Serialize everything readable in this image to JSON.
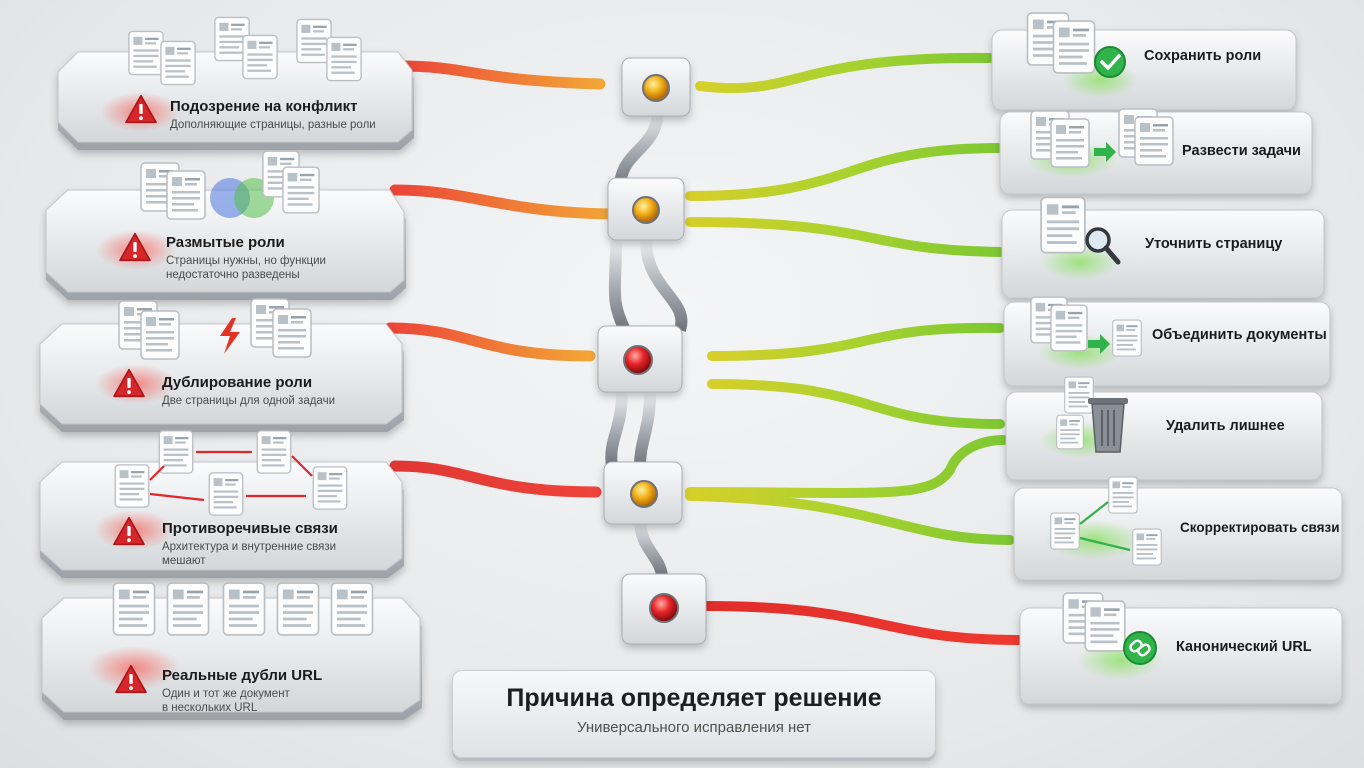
{
  "causes": [
    {
      "title": "Подозрение на конфликт",
      "sub": [
        "Дополняющие страницы, разные роли"
      ],
      "status": "amber"
    },
    {
      "title": "Размытые роли",
      "sub": [
        "Страницы нужны, но функции",
        "недостаточно разведены"
      ],
      "status": "amber"
    },
    {
      "title": "Дублирование роли",
      "sub": [
        "Две страницы для одной задачи"
      ],
      "status": "red"
    },
    {
      "title": "Противоречивые связи",
      "sub": [
        "Архитектура и внутренние связи",
        "мешают"
      ],
      "status": "amber"
    },
    {
      "title": "Реальные дубли URL",
      "sub": [
        "Один и тот же документ",
        "в нескольких URL"
      ],
      "status": "red"
    }
  ],
  "actions": [
    {
      "label": "Сохранить роли",
      "icon": "check-icon"
    },
    {
      "label": "Развести задачи",
      "icon": "arrow-split-icon"
    },
    {
      "label": "Уточнить страницу",
      "icon": "magnifier-icon"
    },
    {
      "label": "Объединить документы",
      "icon": "merge-icon"
    },
    {
      "label": "Удалить лишнее",
      "icon": "trash-icon"
    },
    {
      "label": "Скорректировать связи",
      "icon": "link-graph-icon"
    },
    {
      "label": "Канонический URL",
      "icon": "link-icon"
    }
  ],
  "footer": {
    "title": "Причина определяет решение",
    "subtitle": "Универсального исправления нет"
  },
  "colors": {
    "warning": "#d7262a",
    "amber": "#f3a21a",
    "red_lamp": "#e8262a",
    "pipe_red": "#ec3b2f",
    "pipe_orange": "#f07a2c",
    "pipe_yellow": "#d6d62a",
    "pipe_green": "#7dc832",
    "success": "#2fb34a"
  }
}
